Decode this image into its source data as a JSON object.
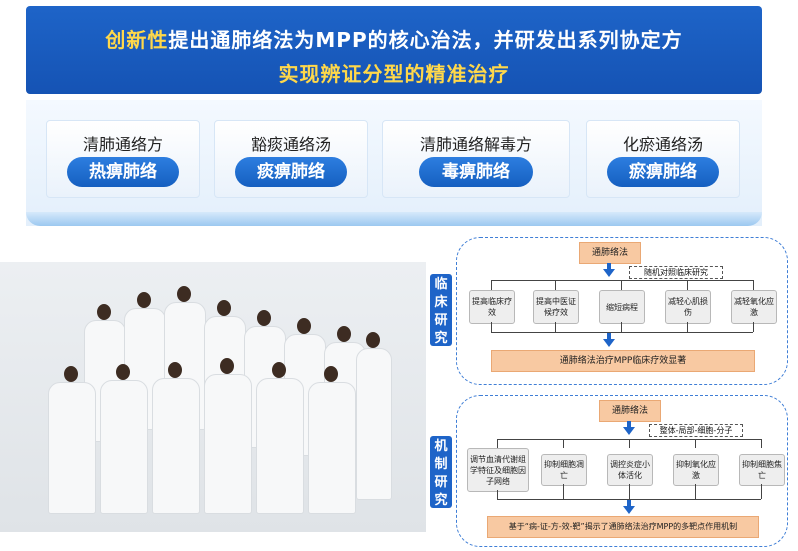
{
  "banner": {
    "line1_highlight": "创新性",
    "line1_rest": "提出通肺络法为MPP的核心治法，并研发出系列协定方",
    "line2": "实现辨证分型的精准治疗"
  },
  "cards": [
    {
      "title": "清肺通络方",
      "pill": "热痹肺络"
    },
    {
      "title": "豁痰通络汤",
      "pill": "痰痹肺络"
    },
    {
      "title": "清肺通络解毒方",
      "pill": "毒痹肺络"
    },
    {
      "title": "化瘀通络汤",
      "pill": "瘀痹肺络"
    }
  ],
  "clinical": {
    "side_label": "临床研究",
    "top_box": "通肺络法",
    "tag": "随机对照临床研究",
    "items": [
      "提高临床疗效",
      "提高中医证候疗效",
      "缩短病程",
      "减轻心肌损伤",
      "减轻氧化应激"
    ],
    "bottom_box": "通肺络法治疗MPP临床疗效显著"
  },
  "mechanism": {
    "side_label": "机制研究",
    "top_box": "通肺络法",
    "tag": "整体-局部-细胞-分子",
    "items": [
      "调节血清代谢组学特征及细胞因子网络",
      "抑制细胞凋亡",
      "调控炎症小体活化",
      "抑制氧化应激",
      "抑制细胞焦亡"
    ],
    "bottom_box": "基于“病-证-方-效-靶”揭示了通肺络法治疗MPP的多靶点作用机制"
  }
}
